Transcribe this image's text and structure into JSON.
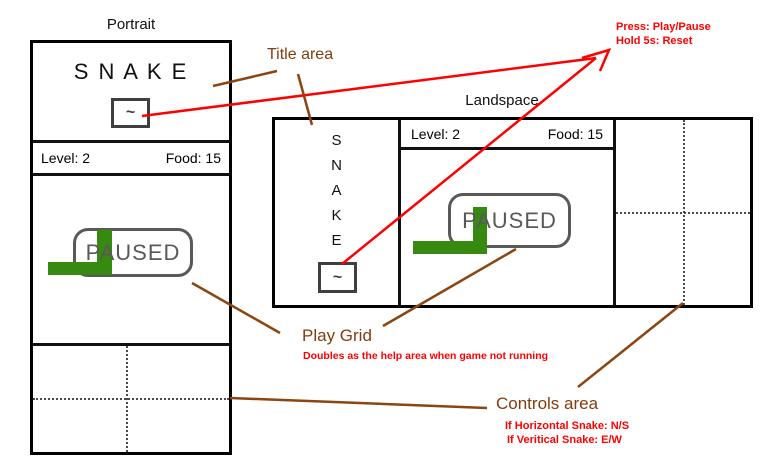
{
  "colors": {
    "snake_green": "#368a0f",
    "annotation_brown": "#843c0c",
    "annotation_red": "#ff0000",
    "paused_gray": "#595959"
  },
  "portrait": {
    "label": "Portrait",
    "title": "S N A K E",
    "button_symbol": "~",
    "status": {
      "level": "Level: 2",
      "food": "Food: 15"
    },
    "paused_label": "PAUSED"
  },
  "landscape": {
    "label": "Landspace",
    "letters": [
      "S",
      "N",
      "A",
      "K",
      "E"
    ],
    "button_symbol": "~",
    "status": {
      "level": "Level: 2",
      "food": "Food: 15"
    },
    "paused_label": "PAUSED"
  },
  "annotations": {
    "button_note_line1": "Press: Play/Pause",
    "button_note_line2": "Hold 5s: Reset",
    "title_area_label": "Title area",
    "play_grid_label": "Play Grid",
    "play_grid_note": "Doubles as the help area when game not running",
    "controls_area_label": "Controls area",
    "controls_note_line1": "If Horizontal Snake: N/S",
    "controls_note_line2": "If Veritical Snake: E/W"
  }
}
